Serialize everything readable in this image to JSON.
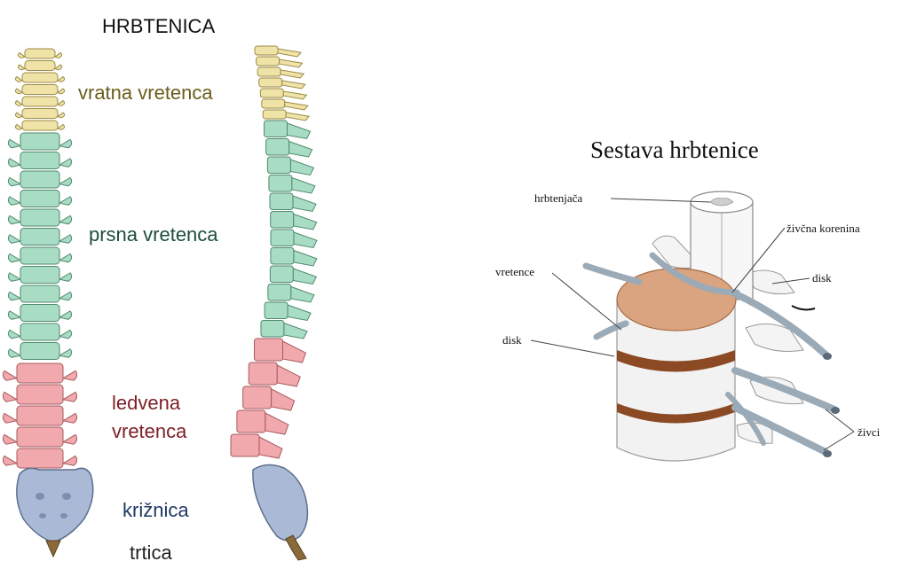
{
  "spine_diagram": {
    "title": "HRBTENICA",
    "labels": {
      "cervical": "vratna vretenca",
      "thoracic": "prsna vretenca",
      "lumbar_line1": "ledvena",
      "lumbar_line2": "vretenca",
      "sacrum": "križnica",
      "coccyx": "trtica"
    },
    "colors": {
      "cervical": "#efe3a8",
      "thoracic": "#a9dcc4",
      "lumbar": "#f1a9ad",
      "sacrum": "#a9b9d6",
      "coccyx": "#8a6a3a",
      "label_cervical": "#6b5d1c",
      "label_thoracic": "#1e4e3b",
      "label_lumbar": "#7c1f24",
      "label_sacrum": "#1f3a64",
      "label_coccyx": "#222222"
    }
  },
  "structure_diagram": {
    "title": "Sestava hrbtenice",
    "labels": {
      "spinal_cord": "hrbtenjača",
      "nerve_root": "živčna korenina",
      "vertebra": "vretence",
      "disc_left": "disk",
      "disc_right": "disk",
      "nerves": "živci"
    },
    "colors": {
      "disc_top": "#d9a47f",
      "bone": "#f2f2f2",
      "disc_band": "#8b4a23",
      "nerve": "#9aaab6",
      "leader_line": "#444444"
    }
  }
}
